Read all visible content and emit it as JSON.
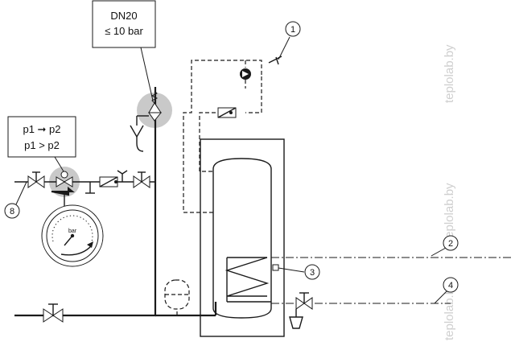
{
  "dn_box": {
    "line1": "DN20",
    "line2": "≤ 10 bar"
  },
  "pressure_box": {
    "line1": "p1 ➞ p2",
    "line2": "p1 > p2"
  },
  "gauge": {
    "unit": "bar"
  },
  "callouts": {
    "c1": "1",
    "c2": "2",
    "c3": "3",
    "c4": "4",
    "c8": "8"
  },
  "watermark": {
    "text": "teplolab.by"
  },
  "colors": {
    "highlight": "#c9c9c9",
    "line": "#1a1a1a",
    "watermark": "#cfcfcf"
  }
}
